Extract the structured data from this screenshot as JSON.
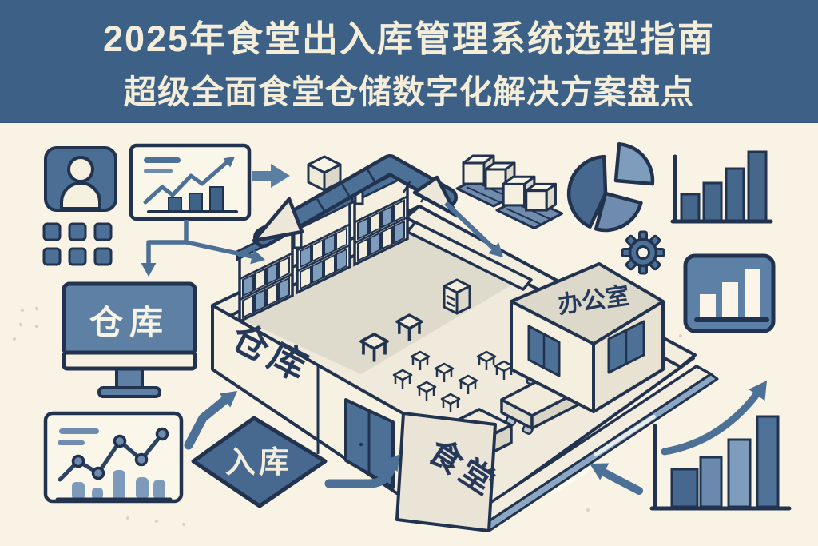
{
  "header": {
    "line1": "2025年食堂出入库管理系统选型指南",
    "line2": "超级全面食堂仓储数字化解决方案盘点",
    "bg_color": "#3d6186",
    "text_color": "#f3edd9"
  },
  "labels": {
    "warehouse_screen": "仓库",
    "warehouse_wall": "仓库",
    "inbound": "入库",
    "canteen": "食堂",
    "office": "办公室"
  },
  "palette": {
    "background": "#f8f3e5",
    "outline_navy": "#22334f",
    "blue": "#4c7096",
    "blue_medium": "#5d80a6",
    "blue_light": "#7e9cbc",
    "cream": "#f5f0df",
    "card_white": "#faf6ea",
    "gray_wall": "#dcd8ca",
    "platform_blue": "#8ca7c2"
  },
  "icons": [
    {
      "name": "user-card-icon",
      "meaning": "staff / user profile"
    },
    {
      "name": "app-grid-icon",
      "meaning": "module grid"
    },
    {
      "name": "analytics-card-icon",
      "meaning": "report with trend line and bars"
    },
    {
      "name": "monitor-icon",
      "meaning": "warehouse management screen"
    },
    {
      "name": "trend-card-icon",
      "meaning": "line chart report"
    },
    {
      "name": "inbound-diamond",
      "meaning": "inbound process node"
    },
    {
      "name": "conveyor-icon",
      "meaning": "conveyor belt with boxes"
    },
    {
      "name": "pallet-icon",
      "meaning": "palletized goods"
    },
    {
      "name": "pie-chart-icon",
      "meaning": "stock share pie"
    },
    {
      "name": "bar-chart-icon",
      "meaning": "rising bars"
    },
    {
      "name": "gear-icon",
      "meaning": "system settings"
    },
    {
      "name": "stat-card-icon",
      "meaning": "bar chart card"
    },
    {
      "name": "growth-chart-icon",
      "meaning": "growth bars with rising arrow"
    },
    {
      "name": "isometric-building",
      "meaning": "canteen warehouse cutaway building"
    }
  ],
  "decorative_charts": {
    "analytics_card_bars": [
      17,
      22,
      30
    ],
    "trend_card_line_y": [
      600,
      577,
      592,
      552,
      575,
      543
    ],
    "trend_card_bars": [
      22,
      15,
      37,
      28,
      25
    ],
    "top_right_bars": [
      33,
      47,
      65,
      86
    ],
    "stat_card_bars": [
      30,
      45,
      62
    ],
    "growth_bars": [
      47,
      62,
      84,
      113
    ],
    "pie_slices": [
      "dark-left",
      "medium-bottom",
      "light-exploded-top-right"
    ]
  }
}
